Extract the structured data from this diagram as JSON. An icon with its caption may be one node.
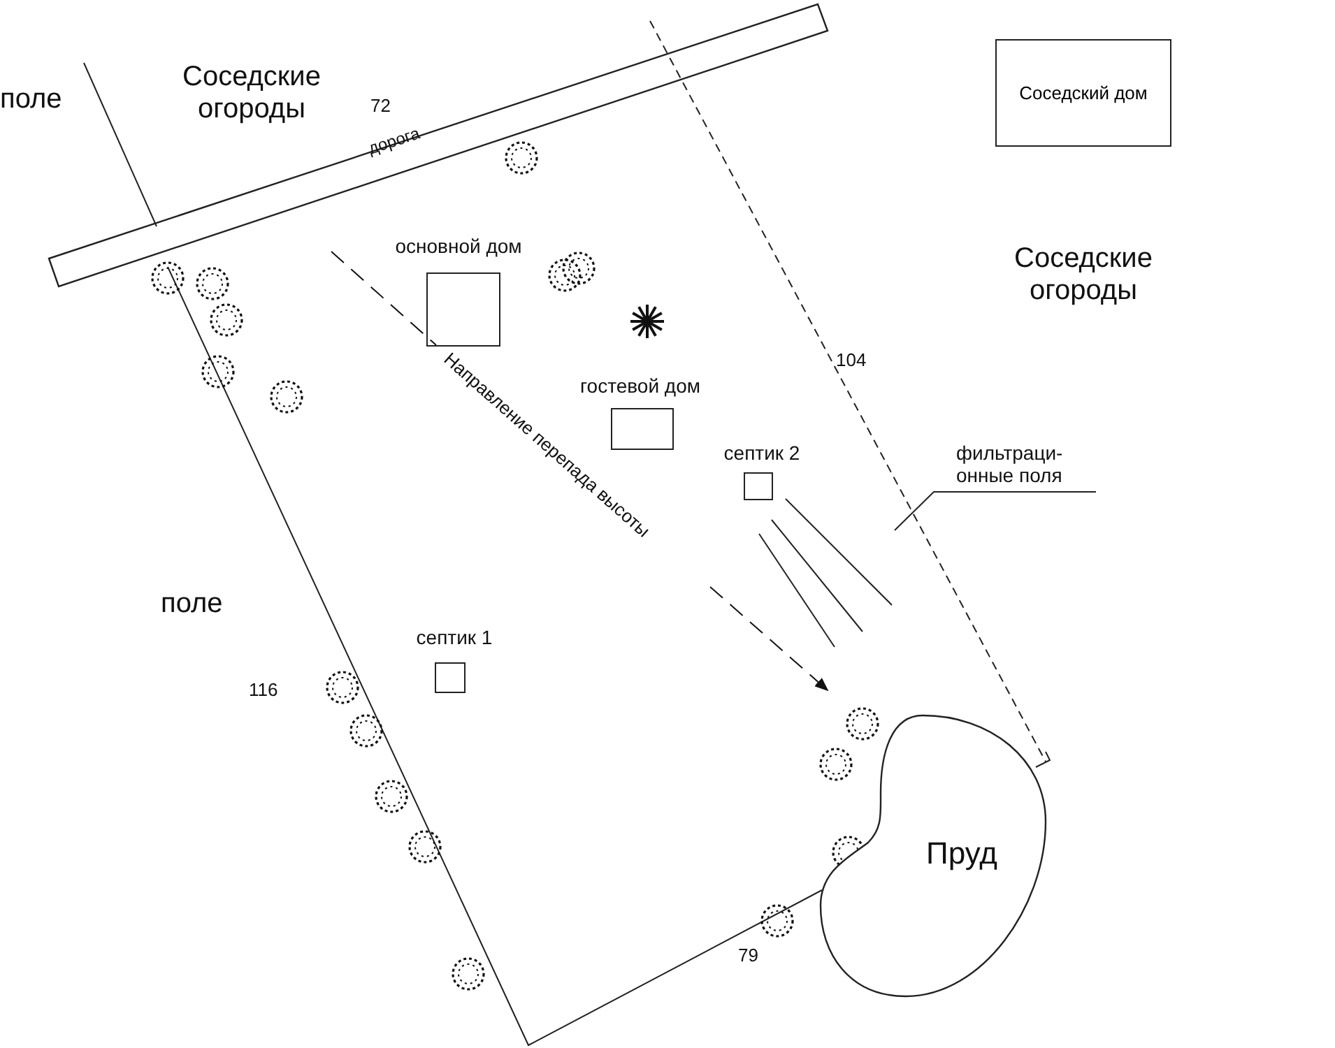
{
  "diagram": {
    "nodes": [
      {
        "text": [
          "Соседский дом"
        ]
      },
      {
        "text": [
          "основной дом"
        ]
      },
      {
        "text": [
          "гостевой дом"
        ]
      },
      {
        "text": [
          "септик 2"
        ]
      },
      {
        "text": [
          "септик 1"
        ]
      },
      {
        "text": [
          "фильтраци- онные поля"
        ]
      },
      {
        "text": [],
        "shape": "line"
      },
      {
        "text": [
          "Пруд"
        ]
      }
    ],
    "edges": [
      {
        "from": 5,
        "to": 6,
        "arrow": "none"
      }
    ],
    "labels": [
      "поле",
      "Соседские огороды",
      "72",
      "дорога",
      "Соседские огороды",
      "104",
      "поле",
      "116",
      "79",
      "Направление перепада высоты"
    ]
  }
}
